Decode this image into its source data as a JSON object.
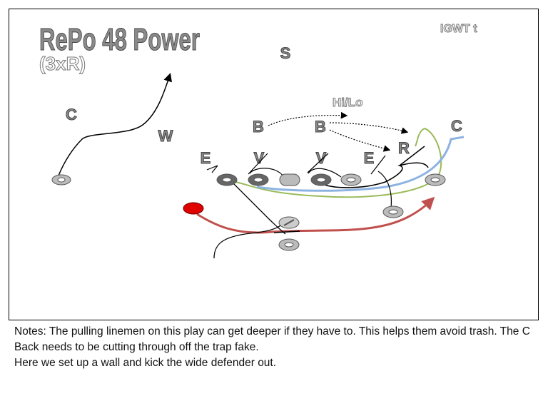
{
  "title": "RePo 48 Power",
  "subtitle": "(3xR)",
  "tag": "IGWT t",
  "annotation": "Hi/Lo",
  "defense": {
    "S": "S",
    "C_left": "C",
    "W": "W",
    "B1": "B",
    "B2": "B",
    "C_right": "C",
    "R": "R",
    "E1": "E",
    "V1": "V",
    "V2": "V",
    "E2": "E"
  },
  "colors": {
    "ball_carrier": "#e00000",
    "pull_red": "#c0504d",
    "green": "#9bbb59",
    "blue": "#8db3e2"
  },
  "notes": [
    "Notes:  The pulling linemen on this play can get deeper if they have to.  This helps them avoid trash.  The C Back needs to be cutting through off the trap fake.",
    "Here we set up a wall and kick the wide defender out."
  ]
}
